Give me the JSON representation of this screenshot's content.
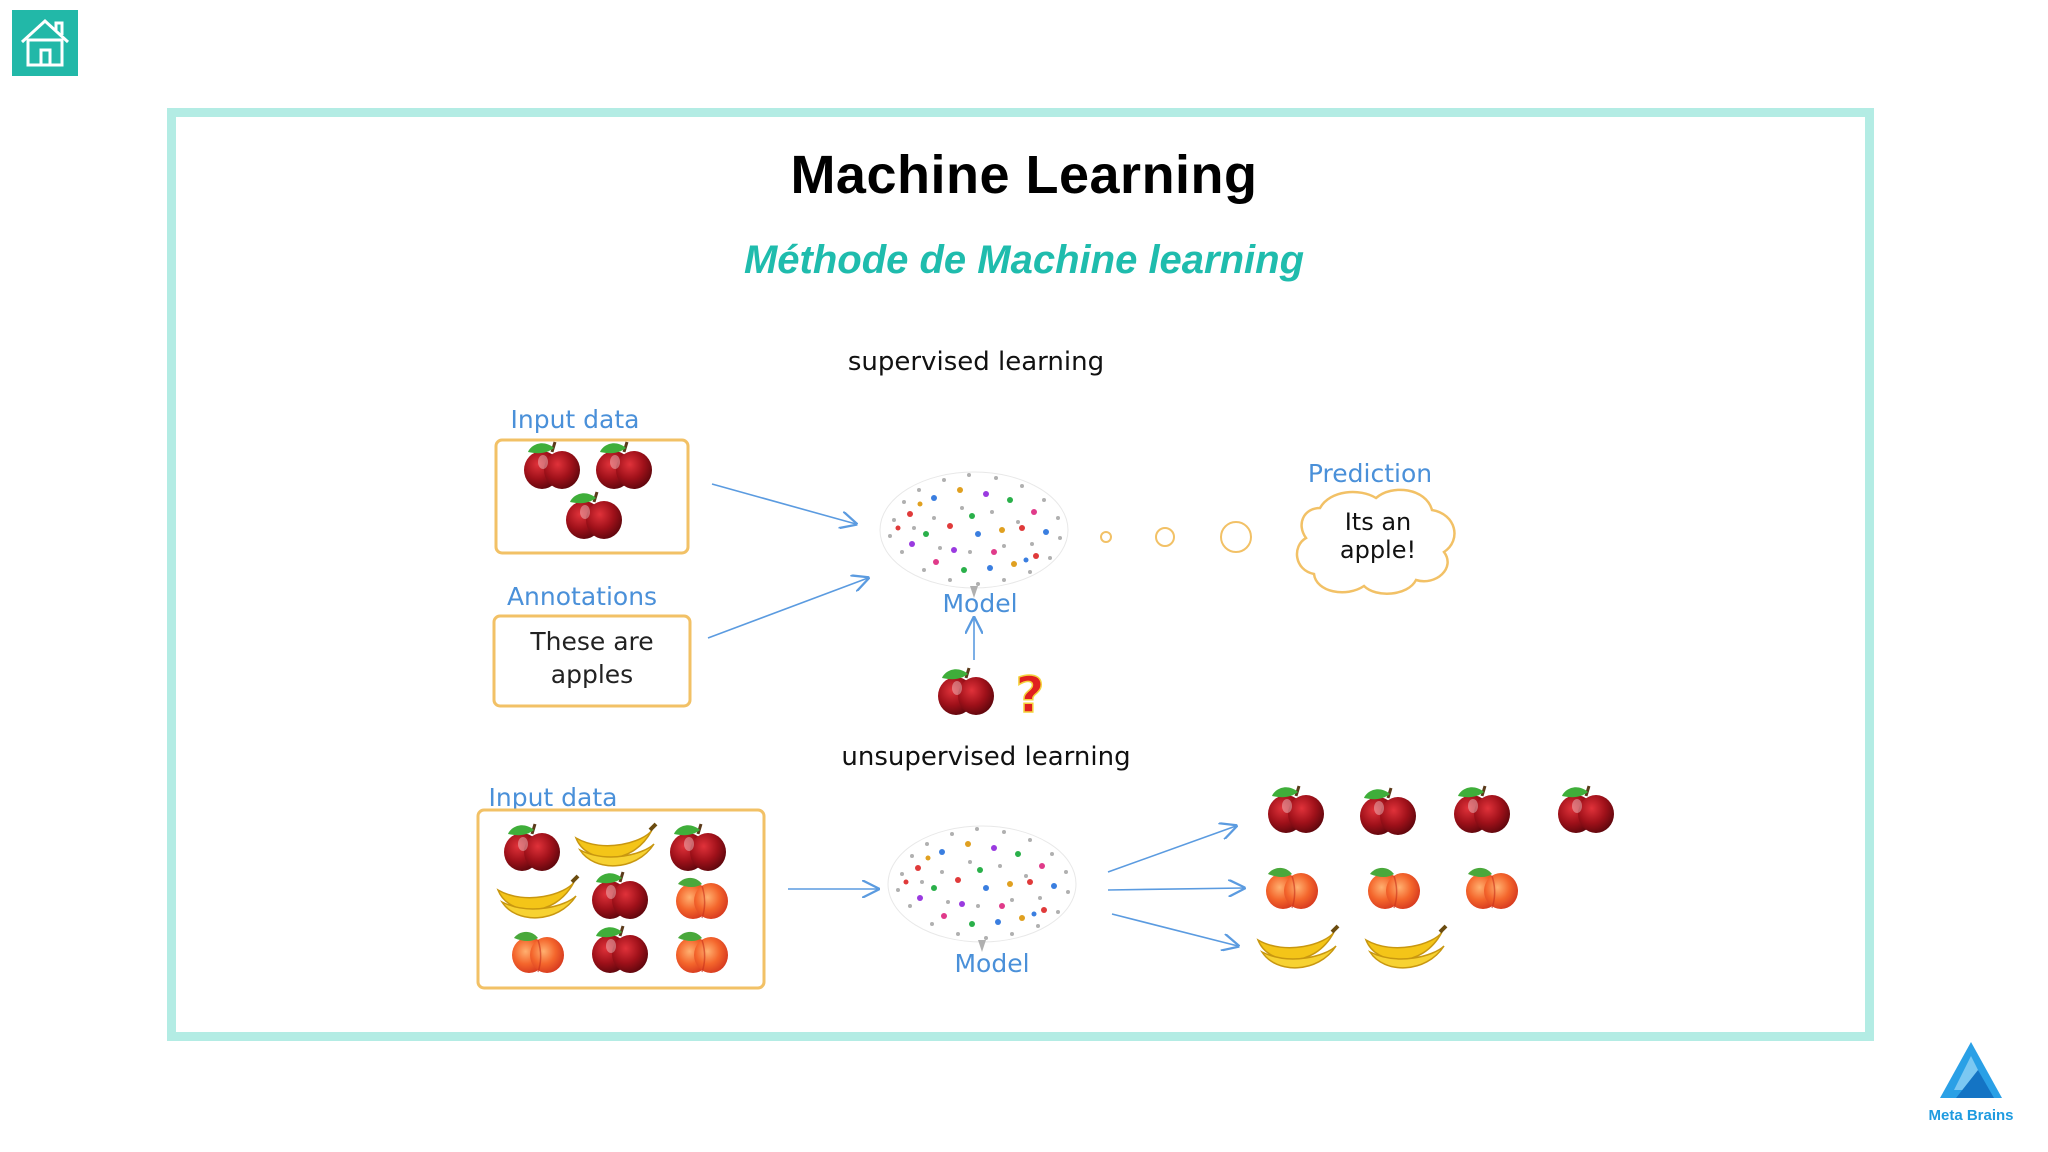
{
  "nav": {
    "home_icon": "home-icon"
  },
  "slide": {
    "title": "Machine Learning",
    "subtitle": "Méthode de Machine learning"
  },
  "supervised": {
    "heading": "supervised learning",
    "input_label": "Input data",
    "annotations_label": "Annotations",
    "annotation_text_line1": "These are",
    "annotation_text_line2": "apples",
    "model_label": "Model",
    "prediction_label": "Prediction",
    "prediction_line1": "Its an",
    "prediction_line2": "apple!",
    "query_mark": "?"
  },
  "unsupervised": {
    "heading": "unsupervised learning",
    "input_label": "Input data",
    "model_label": "Model"
  },
  "brand": {
    "name": "Meta Brains"
  },
  "colors": {
    "accent": "#1fbcad",
    "frame": "#b3ece4",
    "diagram_blue": "#4a90d9",
    "box_border": "#f2c166"
  }
}
